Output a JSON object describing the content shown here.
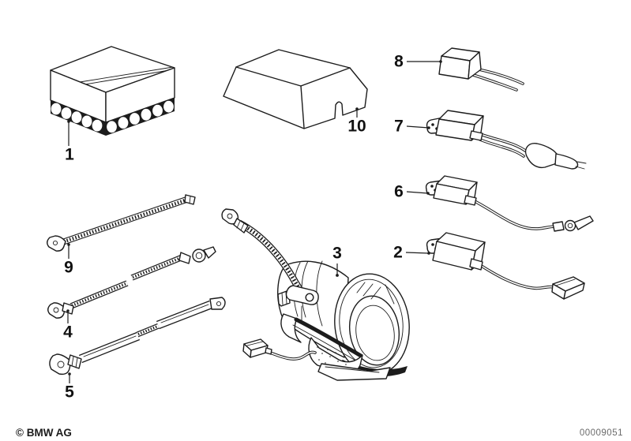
{
  "footer": {
    "copyright": "© BMW AG",
    "document_number": "00009051"
  },
  "callouts": {
    "c1": "1",
    "c2": "2",
    "c3": "3",
    "c4": "4",
    "c5": "5",
    "c6": "6",
    "c7": "7",
    "c8": "8",
    "c9": "9",
    "c10": "10"
  },
  "colors": {
    "background": "#ffffff",
    "line": "#1c1c1c",
    "label": "#111111",
    "document_number": "#6a6a6a"
  }
}
